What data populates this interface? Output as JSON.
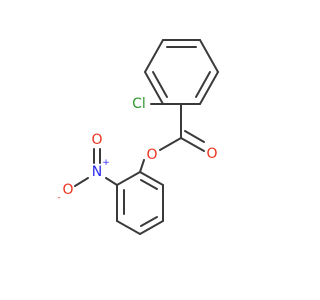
{
  "structure": {
    "atoms": {
      "chlorine": {
        "text": "Cl",
        "color": "#2e9a2e"
      },
      "ester_carbonyl_oxygen": {
        "text": "O",
        "color": "#e8321e"
      },
      "ester_oxygen": {
        "text": "O",
        "color": "#e8321e"
      },
      "nitro_nitrogen": {
        "text": "N",
        "color": "#2a2af0",
        "charge": "+"
      },
      "nitro_oxygen_double": {
        "text": "O",
        "color": "#e8321e"
      },
      "nitro_oxygen_single": {
        "text": "O",
        "color": "#e8321e",
        "charge": "-"
      }
    },
    "bond_color": "#3a3a3a"
  }
}
